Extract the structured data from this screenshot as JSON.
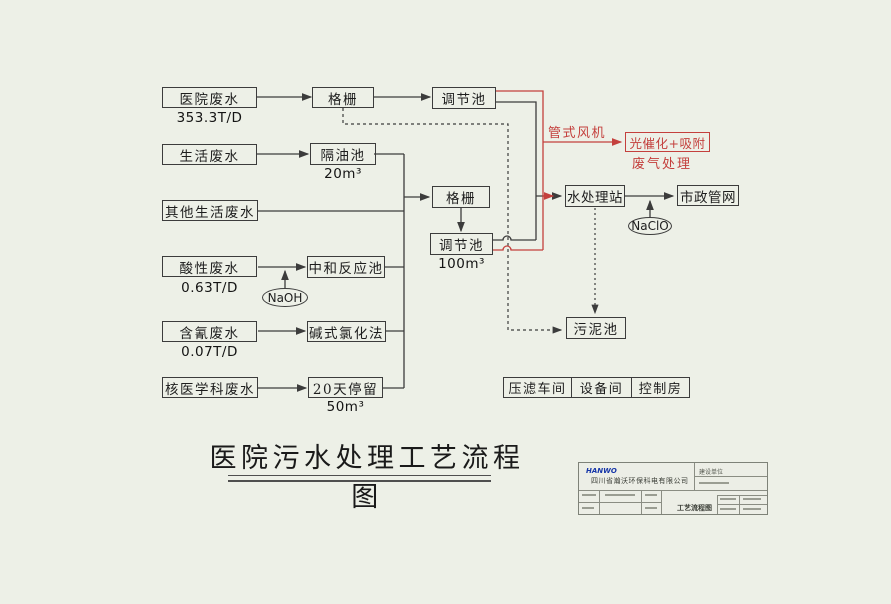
{
  "colors": {
    "line": "#3c3c3c",
    "accent_red": "#c4403d",
    "background": "#edf0e7"
  },
  "flow": {
    "title": "医院污水处理工艺流程图",
    "sources": [
      {
        "label": "医院废水",
        "sub": "353.3T/D"
      },
      {
        "label": "生活废水"
      },
      {
        "label": "其他生活废水"
      },
      {
        "label": "酸性废水",
        "sub": "0.63T/D"
      },
      {
        "label": "含氰废水",
        "sub": "0.07T/D"
      },
      {
        "label": "核医学科废水"
      }
    ],
    "nodes": {
      "grid1": {
        "label": "格栅"
      },
      "regulating1": {
        "label": "调节池"
      },
      "oil_separator": {
        "label": "隔油池",
        "sub": "20m³"
      },
      "neutralization": {
        "label": "中和反应池"
      },
      "naoh": {
        "label": "NaOH"
      },
      "alkaline_chlorination": {
        "label": "碱式氯化法"
      },
      "retention": {
        "label": "20天停留",
        "sub": "50m³"
      },
      "grid2": {
        "label": "格栅"
      },
      "regulating2": {
        "label": "调节池",
        "sub": "100m³"
      },
      "water_station": {
        "label": "水处理站"
      },
      "municipal": {
        "label": "市政管网"
      },
      "naclo": {
        "label": "NaClO"
      },
      "sludge": {
        "label": "污泥池"
      },
      "fan": {
        "label": "管式风机"
      },
      "gas_treatment": {
        "label": "光催化+吸附",
        "sub": "废气处理"
      }
    },
    "rooms": [
      {
        "label": "压滤车间"
      },
      {
        "label": "设备间"
      },
      {
        "label": "控制房"
      }
    ]
  },
  "titleblock": {
    "logo": "HANWO",
    "company": "四川省瀚沃环保科电有限公司",
    "owner_label": "建设单位",
    "drawing_label": "工艺流程图"
  }
}
